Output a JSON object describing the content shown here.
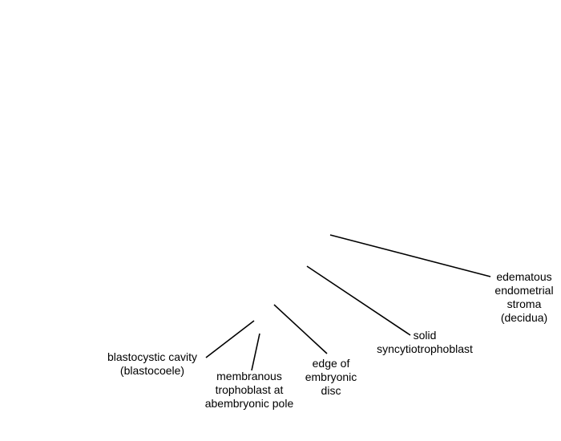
{
  "labels": {
    "decidua": [
      "edematous",
      "endometrial",
      "stroma",
      "(decidua)"
    ],
    "syncytiotrophoblast": [
      "solid",
      "syncytiotrophoblast"
    ],
    "embryonic_disc": [
      "edge of",
      "embryonic",
      "disc"
    ],
    "membranous_trophoblast": [
      "membranous",
      "trophoblast at",
      "abembryonic pole"
    ],
    "blastocystic_cavity": [
      "blastocystic cavity",
      "(blastocoele)"
    ]
  },
  "colors": {
    "background": "#ffffff",
    "line": "#000000",
    "text": "#000000"
  }
}
